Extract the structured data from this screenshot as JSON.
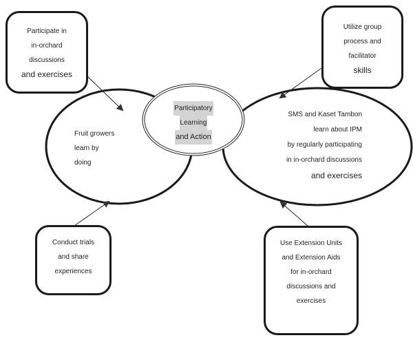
{
  "diagram": {
    "title": "Participatory Learning and Action",
    "center_node": {
      "lines": [
        "Participatory",
        "Learning",
        "and Action"
      ]
    },
    "left_node": {
      "lines": [
        "Fruit growers",
        "learn by",
        "doing"
      ]
    },
    "right_node": {
      "lines": [
        "SMS and Kaset Tambon",
        "learn about IPM",
        "by regularly participating",
        "in in-orchard discussions",
        "and exercises"
      ]
    },
    "boxes": {
      "top_left": {
        "lines": [
          "Participate in",
          "in-orchard",
          "discussions",
          "and exercises"
        ],
        "target": "left_node"
      },
      "top_right": {
        "lines": [
          "Utilize group",
          "process and",
          "facilitator",
          "skills"
        ],
        "target": "right_node"
      },
      "bottom_left": {
        "lines": [
          "Conduct trials",
          "and share",
          "experiences"
        ],
        "target": "left_node"
      },
      "bottom_right": {
        "lines": [
          "Use Extension Units",
          "and Extension Aids",
          "for in-orchard",
          "discussions and",
          "exercises"
        ],
        "target": "right_node"
      }
    },
    "colors": {
      "stroke": "#1a1a1a",
      "highlight": "#d4d4d4",
      "background": "#ffffff"
    }
  }
}
